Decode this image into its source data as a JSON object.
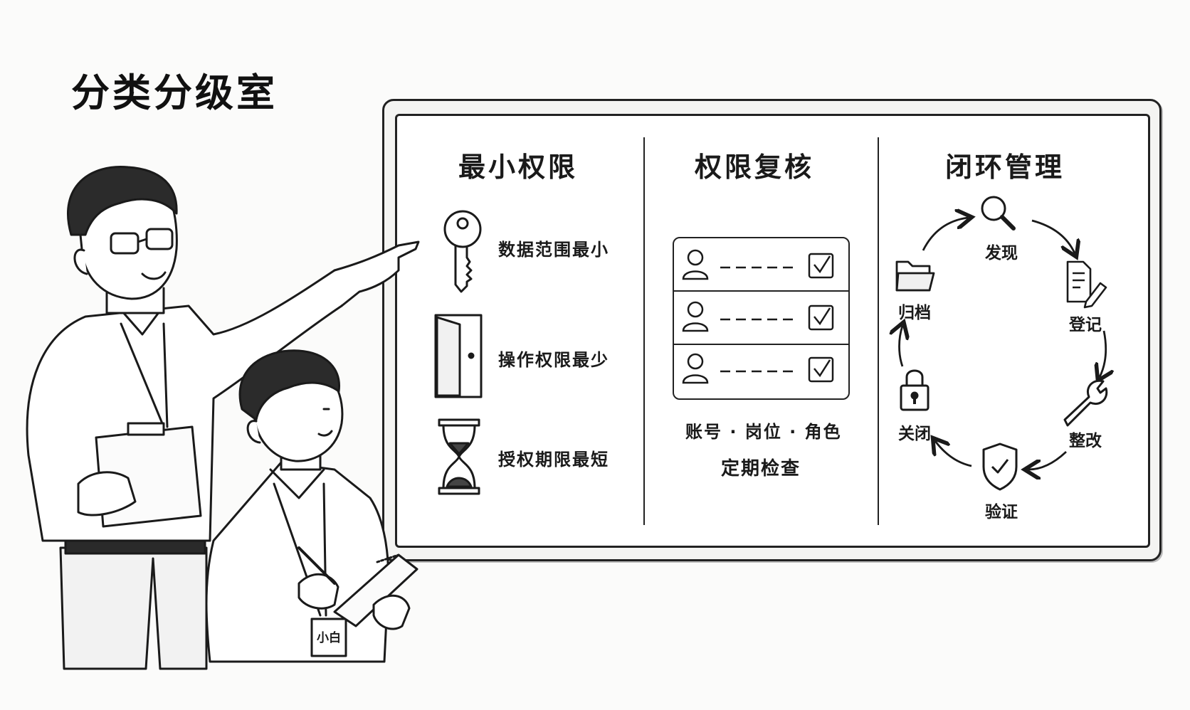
{
  "room_title": "分类分级室",
  "board": {
    "column1": {
      "title": "最小权限",
      "items": [
        {
          "icon": "key-icon",
          "label": "数据范围最小"
        },
        {
          "icon": "door-icon",
          "label": "操作权限最少"
        },
        {
          "icon": "hourglass-icon",
          "label": "授权期限最短"
        }
      ]
    },
    "column2": {
      "title": "权限复核",
      "rows": [
        {
          "icon": "user-icon",
          "status": "checked"
        },
        {
          "icon": "user-icon",
          "status": "checked"
        },
        {
          "icon": "user-icon",
          "status": "checked"
        }
      ],
      "caption1": "账号 · 岗位 · 角色",
      "caption2": "定期检查"
    },
    "column3": {
      "title": "闭环管理",
      "cycle": [
        {
          "icon": "magnifier-icon",
          "label": "发现"
        },
        {
          "icon": "document-pencil-icon",
          "label": "登记"
        },
        {
          "icon": "wrench-icon",
          "label": "整改"
        },
        {
          "icon": "shield-check-icon",
          "label": "验证"
        },
        {
          "icon": "padlock-icon",
          "label": "关闭"
        },
        {
          "icon": "folder-icon",
          "label": "归档"
        }
      ]
    }
  },
  "badge_name": "小白"
}
